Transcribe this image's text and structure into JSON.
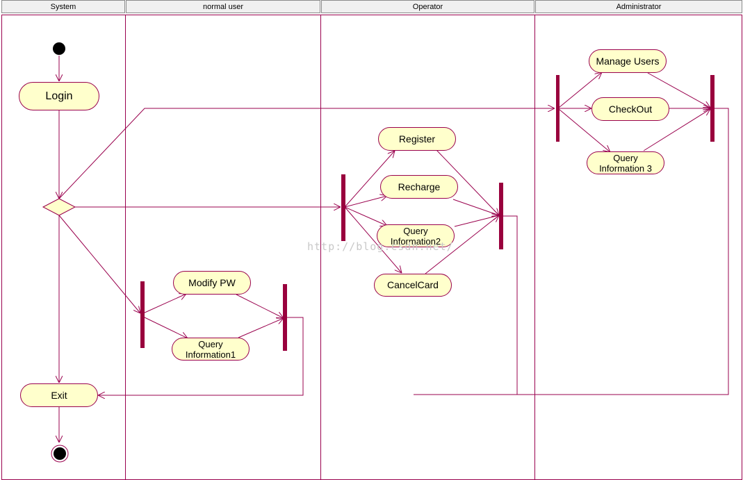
{
  "swimlanes": [
    {
      "name": "System"
    },
    {
      "name": "normal user"
    },
    {
      "name": "Operator"
    },
    {
      "name": "Administrator"
    }
  ],
  "activities": {
    "login": "Login",
    "exit": "Exit",
    "modify_pw": "Modify PW",
    "query_info1": "Query\nInformation1",
    "register": "Register",
    "recharge": "Recharge",
    "query_info2": "Query\nInformation2",
    "cancel_card": "CancelCard",
    "manage_users": "Manage Users",
    "checkout": "CheckOut",
    "query_info3": "Query\nInformation 3"
  },
  "watermark": "http://blog.csdn.net/",
  "colors": {
    "line": "#99004d",
    "node_fill": "#ffffcc",
    "bar": "#99003d",
    "header_fill": "#f0f0f0"
  }
}
